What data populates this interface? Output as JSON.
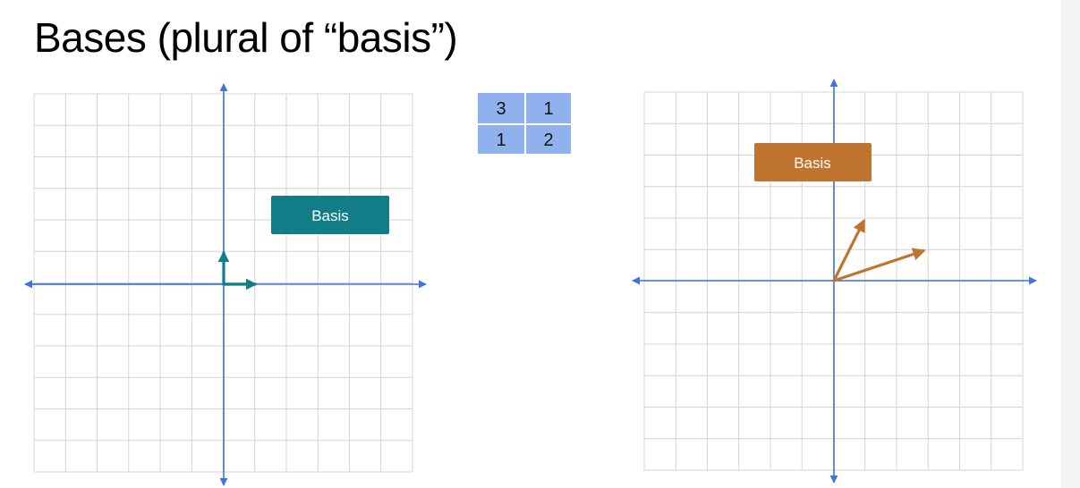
{
  "slide": {
    "title": "Bases (plural of “basis”)"
  },
  "matrix": {
    "rows": [
      [
        "3",
        "1"
      ],
      [
        "1",
        "2"
      ]
    ],
    "fill": "#8fb2ef"
  },
  "colors": {
    "grid": "#d4d4d4",
    "axis": "#3f74d9",
    "standard_basis": "#117d87",
    "custom_basis": "#bf7430"
  },
  "panels": {
    "left": {
      "label": "Basis",
      "vectors": [
        [
          1,
          0
        ],
        [
          0,
          1
        ]
      ]
    },
    "right": {
      "label": "Basis",
      "vectors": [
        [
          3,
          1
        ],
        [
          1,
          2
        ]
      ]
    }
  }
}
